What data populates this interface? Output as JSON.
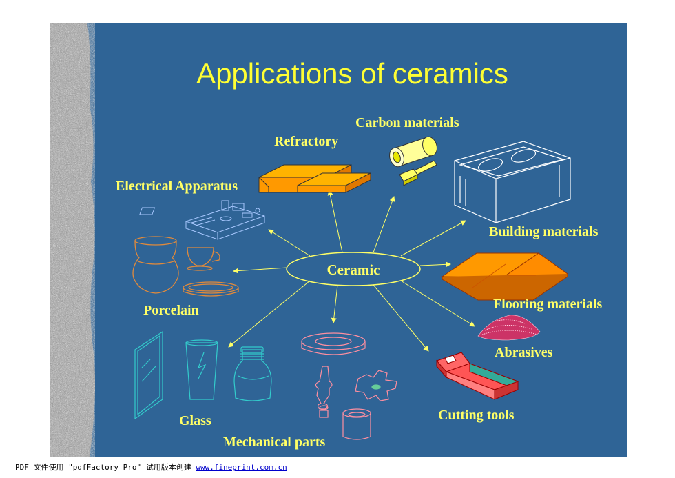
{
  "title": "Applications of ceramics",
  "center": "Ceramic",
  "labels": {
    "carbon": "Carbon materials",
    "refractory": "Refractory",
    "electrical": "Electrical Apparatus",
    "building": "Building materials",
    "porcelain": "Porcelain",
    "flooring": "Flooring materials",
    "abrasives": "Abrasives",
    "glass": "Glass",
    "cutting": "Cutting tools",
    "mechanical": "Mechanical parts"
  },
  "footer": {
    "text": "PDF 文件使用 \"pdfFactory Pro\" 试用版本创建 ",
    "link": "www.fineprint.com.cn"
  },
  "colors": {
    "background": "#2f6496",
    "title": "#ffff33",
    "label": "#ffff66",
    "arrow": "#ffff66",
    "refractory": "#ff9900",
    "porcelain": "#e08a3c",
    "glass": "#33cccc",
    "mechanical": "#ff8fa0"
  },
  "icons": [
    "circuit-board-icon",
    "refractory-brick-icon",
    "carbon-roll-icon",
    "cinder-block-icon",
    "porcelain-vase-icon",
    "floor-tiles-icon",
    "abrasive-pile-icon",
    "glass-items-icon",
    "mechanical-parts-icon",
    "cutting-tool-icon"
  ]
}
